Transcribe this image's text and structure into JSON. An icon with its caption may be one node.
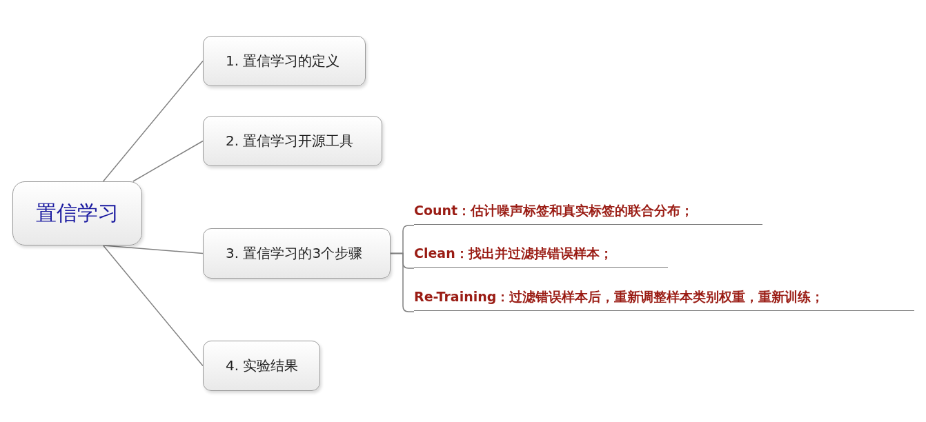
{
  "diagram": {
    "nodes": [
      {
        "text": [
          "置信学习"
        ]
      },
      {
        "text": [
          "1. 置信学习的定义"
        ]
      },
      {
        "text": [
          "2. 置信学习开源工具"
        ]
      },
      {
        "text": [
          "3. 置信学习的3个步骤"
        ]
      },
      {
        "text": [
          "4. 实验结果"
        ]
      },
      {
        "text": [
          "Count：估计噪声标签和真实标签的联合分布；"
        ]
      },
      {
        "text": [
          "Clean：找出并过滤掉错误样本；"
        ]
      },
      {
        "text": [
          "Re-Training：过滤错误样本后，重新调整样本类别权重，重新训练；"
        ]
      }
    ],
    "edges": [
      {
        "from": 0,
        "to": 1,
        "arrow": "none"
      },
      {
        "from": 0,
        "to": 2,
        "arrow": "none"
      },
      {
        "from": 0,
        "to": 3,
        "arrow": "none"
      },
      {
        "from": 0,
        "to": 4,
        "arrow": "none"
      },
      {
        "from": 3,
        "to": 5,
        "arrow": "none"
      },
      {
        "from": 3,
        "to": 6,
        "arrow": "none"
      },
      {
        "from": 3,
        "to": 7,
        "arrow": "none"
      }
    ]
  }
}
